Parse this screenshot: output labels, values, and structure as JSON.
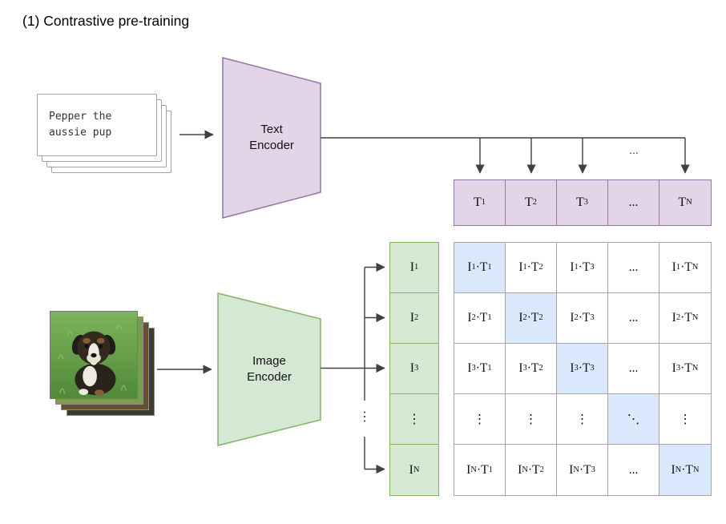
{
  "title": "(1) Contrastive pre-training",
  "text_input": {
    "line1": "Pepper the",
    "line2": "aussie pup"
  },
  "text_encoder": {
    "line1": "Text",
    "line2": "Encoder"
  },
  "image_encoder": {
    "line1": "Image",
    "line2": "Encoder"
  },
  "top_ellipsis": "...",
  "branch_ellipsis": "⋮",
  "text_embeddings": [
    "T~1~",
    "T~2~",
    "T~3~",
    "...",
    "T~N~"
  ],
  "image_embeddings": [
    "I~1~",
    "I~2~",
    "I~3~",
    "⋮",
    "I~N~"
  ],
  "matrix": {
    "rows": [
      [
        "I~1~·T~1~",
        "I~1~·T~2~",
        "I~1~·T~3~",
        "...",
        "I~1~·T~N~"
      ],
      [
        "I~2~·T~1~",
        "I~2~·T~2~",
        "I~2~·T~3~",
        "...",
        "I~2~·T~N~"
      ],
      [
        "I~3~·T~1~",
        "I~3~·T~2~",
        "I~3~·T~3~",
        "...",
        "I~3~·T~N~"
      ],
      [
        "⋮",
        "⋮",
        "⋮",
        "⋱",
        "⋮"
      ],
      [
        "I~N~·T~1~",
        "I~N~·T~2~",
        "I~N~·T~3~",
        "...",
        "I~N~·T~N~"
      ]
    ]
  },
  "palette": {
    "text_purple_fill": "#e1d5e7",
    "text_purple_stroke": "#9673a6",
    "image_green_fill": "#d5e8d4",
    "image_green_stroke": "#82b366",
    "diagonal_blue_fill": "#dae8fc",
    "matrix_border": "#a6a6a6",
    "arrow_color": "#404040"
  }
}
